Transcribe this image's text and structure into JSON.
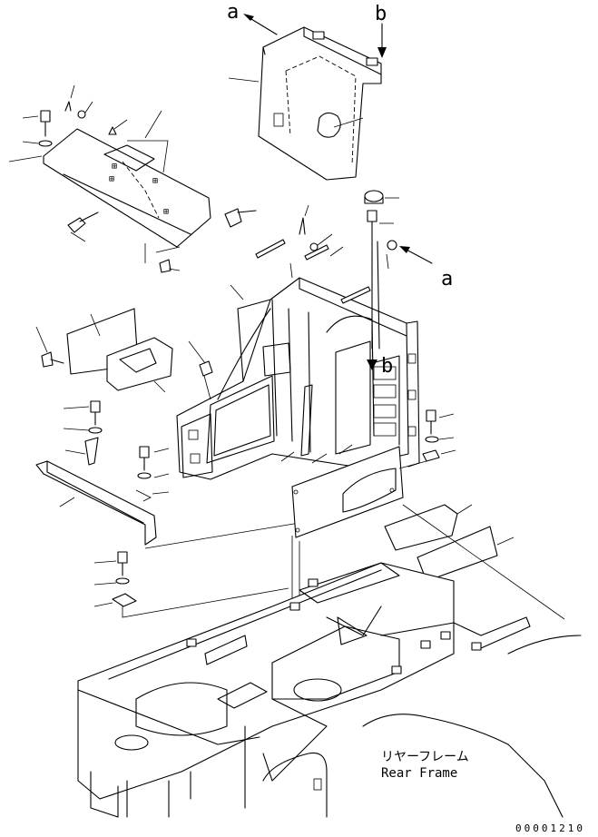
{
  "callouts": {
    "a_top": "a",
    "b_top": "b",
    "a_right": "a",
    "b_mid": "b"
  },
  "rear_frame": {
    "jp": "リヤーフレーム",
    "en": "Rear Frame"
  },
  "drawing_number": "00001210"
}
